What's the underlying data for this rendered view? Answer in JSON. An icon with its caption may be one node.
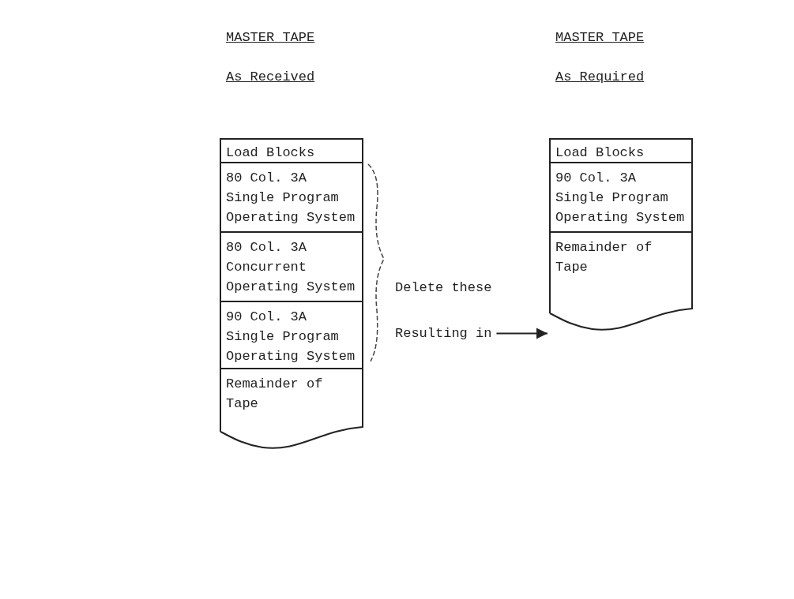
{
  "diagram": {
    "nodes": [
      {
        "text": [],
        "shape": "box"
      },
      {
        "text": [
          "Load Blocks"
        ],
        "in": 0
      },
      {
        "text": [
          "80 Col. 3A Single Program Operating System"
        ],
        "in": 0
      },
      {
        "text": [
          "80 Col. 3A Concurrent Operating System"
        ],
        "in": 0
      },
      {
        "text": [
          "90 Col. 3A Single Program Operating System"
        ],
        "in": 0
      },
      {
        "text": [
          "Remainder of Tape"
        ],
        "in": 0
      },
      {
        "text": [
          "Resulting in"
        ]
      },
      {
        "text": [],
        "shape": "box"
      },
      {
        "text": [
          "Load Blocks"
        ],
        "in": 7
      },
      {
        "text": [
          "90 Col. 3A Single Program Operating System"
        ],
        "in": 7
      },
      {
        "text": [
          "Remainder of Tape"
        ],
        "in": 7
      }
    ],
    "edges": [
      {
        "from": 6,
        "to": 7,
        "arrow": "to"
      }
    ],
    "labels": [
      "MASTER TAPE",
      "MASTER TAPE",
      "As Received",
      "As Required",
      "Delete these"
    ]
  }
}
